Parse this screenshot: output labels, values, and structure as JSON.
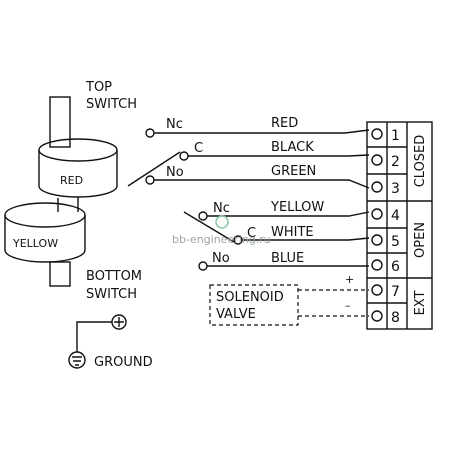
{
  "float_switch": {
    "top_label": [
      "TOP",
      "SWITCH"
    ],
    "bottom_label": [
      "BOTTOM",
      "SWITCH"
    ],
    "upper_float": "RED",
    "lower_float": "YELLOW"
  },
  "switches": {
    "top": {
      "nc": "Nc",
      "c": "C",
      "no": "No"
    },
    "bottom": {
      "nc": "Nc",
      "c": "C",
      "no": "No"
    }
  },
  "wires": [
    "RED",
    "BLACK",
    "GREEN",
    "YELLOW",
    "WHITE",
    "BLUE"
  ],
  "solenoid": {
    "label": [
      "SOLENOID",
      "VALVE"
    ],
    "plus": "+",
    "minus": "–"
  },
  "terminals": [
    "1",
    "2",
    "3",
    "4",
    "5",
    "6",
    "7",
    "8"
  ],
  "groups": {
    "closed": "CLOSED",
    "open": "OPEN",
    "ext": "EXT"
  },
  "ground": {
    "label": "GROUND"
  },
  "watermark": "bb-engineering.ru"
}
